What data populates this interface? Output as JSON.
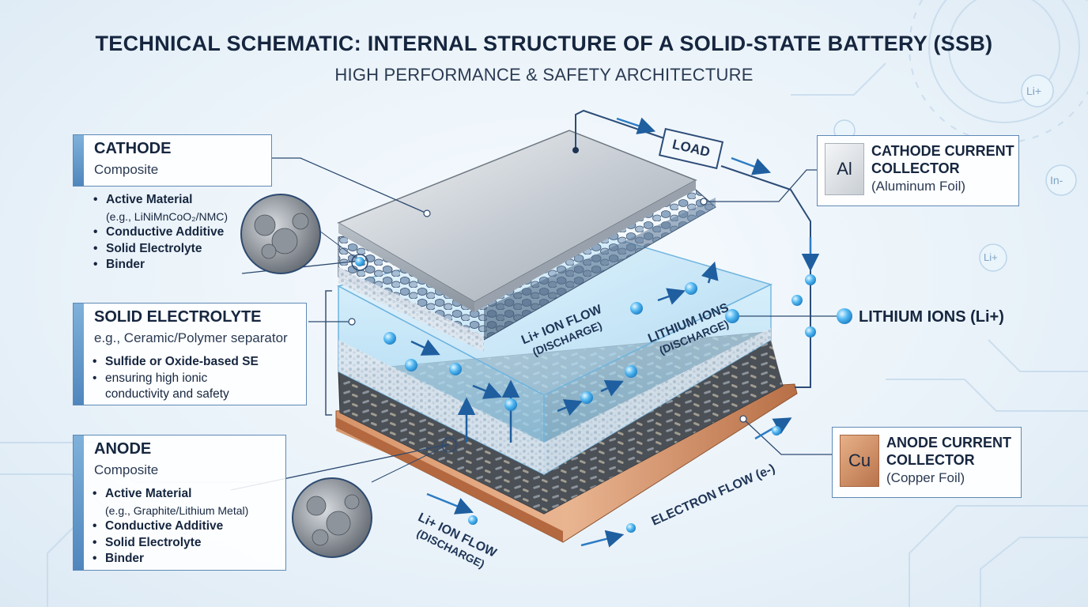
{
  "title": "TECHNICAL SCHEMATIC: INTERNAL STRUCTURE OF A SOLID-STATE BATTERY (SSB)",
  "subtitle": "HIGH PERFORMANCE & SAFETY ARCHITECTURE",
  "cathode": {
    "title": "CATHODE",
    "subtitle": "Composite",
    "bullets": [
      "Active Material",
      "(e.g., LiNiMnCoO₂/NMC)",
      "Conductive Additive",
      "Solid Electrolyte",
      "Binder"
    ]
  },
  "electrolyte": {
    "title": "SOLID ELECTROLYTE",
    "subtitle": "e.g., Ceramic/Polymer separator",
    "bullets": [
      "Sulfide or Oxide-based SE",
      "ensuring high ionic",
      "conductivity and safety"
    ]
  },
  "anode": {
    "title": "ANODE",
    "subtitle": "Composite",
    "bullets": [
      "Active Material",
      "(e.g., Graphite/Lithium Metal)",
      "Conductive Additive",
      "Solid Electrolyte",
      "Binder"
    ]
  },
  "cathode_collector": {
    "symbol": "Al",
    "title_line1": "CATHODE CURRENT",
    "title_line2": "COLLECTOR",
    "material": "(Aluminum Foil)"
  },
  "anode_collector": {
    "symbol": "Cu",
    "title_line1": "ANODE CURRENT",
    "title_line2": "COLLECTOR",
    "material": "(Copper Foil)"
  },
  "lithium_ions_label": "LITHIUM IONS (Li+)",
  "load_label": "LOAD",
  "flows": {
    "ion_flow_center": "Li+ ION FLOW",
    "ion_flow_center_sub": "(DISCHARGE)",
    "lithium_ions_center": "LITHIUM IONS",
    "lithium_ions_center_sub": "(DISCHARGE)",
    "ion_flow_bottom": "Li+ ION FLOW",
    "ion_flow_bottom_sub": "(DISCHARGE)",
    "electron_flow": "ELECTRON FLOW (e-)"
  },
  "background_badges": [
    "Li+",
    "In-",
    "Li+"
  ],
  "colors": {
    "accent": "#4f86bd",
    "ion": "#3ea8ee",
    "aluminum": "#c9ced4",
    "copper": "#c07a4f",
    "electrolyte": "#bfe4f7"
  }
}
